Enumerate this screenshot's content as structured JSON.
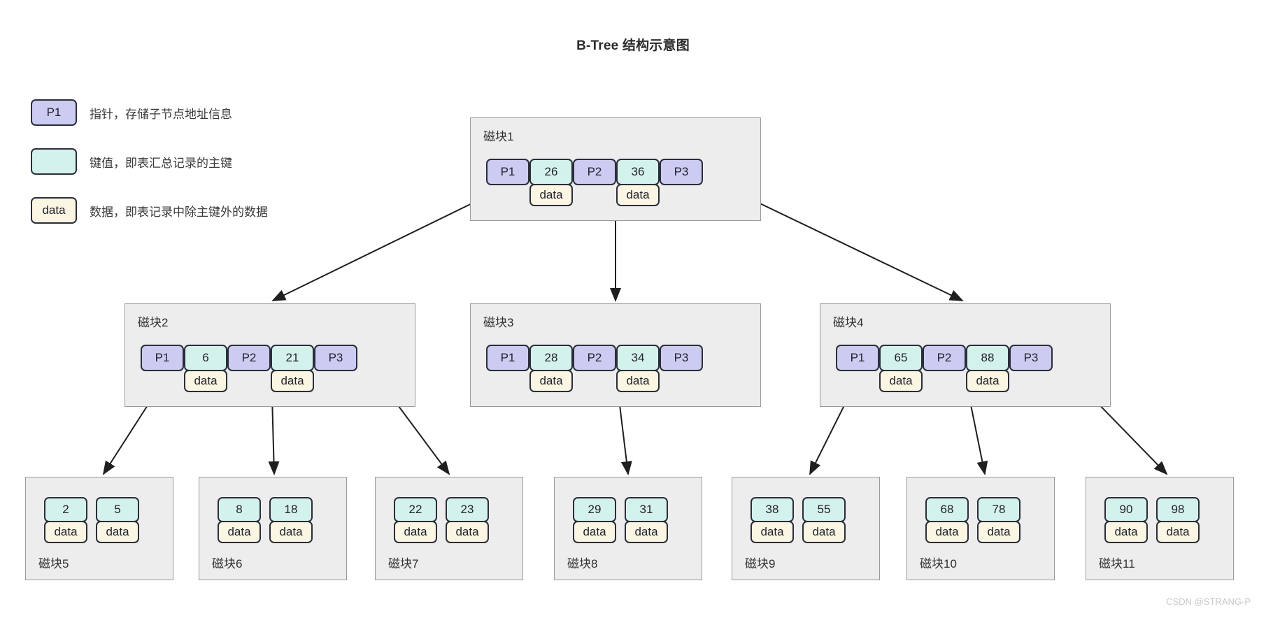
{
  "title": "B-Tree 结构示意图",
  "watermark": "CSDN @STRANG-P",
  "colors": {
    "pointer": "#ccccf2",
    "key": "#d4f2ec",
    "data": "#faf6e3",
    "block_bg": "#ededed",
    "block_border": "#9a9a9a",
    "cell_border": "#2b2d3a",
    "arrow": "#1f1f1f",
    "title_text": "#2b2b2b",
    "watermark_text": "#c8c8c8"
  },
  "legend": [
    {
      "swatch_label": "P1",
      "swatch_type": "pointer",
      "text": "指针，存储子节点地址信息"
    },
    {
      "swatch_label": "",
      "swatch_type": "key",
      "text": "键值，即表汇总记录的主键"
    },
    {
      "swatch_label": "data",
      "swatch_type": "data",
      "text": "数据，即表记录中除主键外的数据"
    }
  ],
  "nodes": {
    "block1": {
      "label": "磁块1",
      "label_position": "top",
      "slots": [
        {
          "type": "pointer",
          "key": "P1"
        },
        {
          "type": "key",
          "key": "26",
          "data": "data"
        },
        {
          "type": "pointer",
          "key": "P2"
        },
        {
          "type": "key",
          "key": "36",
          "data": "data"
        },
        {
          "type": "pointer",
          "key": "P3"
        }
      ]
    },
    "block2": {
      "label": "磁块2",
      "label_position": "top",
      "slots": [
        {
          "type": "pointer",
          "key": "P1"
        },
        {
          "type": "key",
          "key": "6",
          "data": "data"
        },
        {
          "type": "pointer",
          "key": "P2"
        },
        {
          "type": "key",
          "key": "21",
          "data": "data"
        },
        {
          "type": "pointer",
          "key": "P3"
        }
      ]
    },
    "block3": {
      "label": "磁块3",
      "label_position": "top",
      "slots": [
        {
          "type": "pointer",
          "key": "P1"
        },
        {
          "type": "key",
          "key": "28",
          "data": "data"
        },
        {
          "type": "pointer",
          "key": "P2"
        },
        {
          "type": "key",
          "key": "34",
          "data": "data"
        },
        {
          "type": "pointer",
          "key": "P3"
        }
      ]
    },
    "block4": {
      "label": "磁块4",
      "label_position": "top",
      "slots": [
        {
          "type": "pointer",
          "key": "P1"
        },
        {
          "type": "key",
          "key": "65",
          "data": "data"
        },
        {
          "type": "pointer",
          "key": "P2"
        },
        {
          "type": "key",
          "key": "88",
          "data": "data"
        },
        {
          "type": "pointer",
          "key": "P3"
        }
      ]
    },
    "block5": {
      "label": "磁块5",
      "label_position": "bottom",
      "slots": [
        {
          "type": "key",
          "key": "2",
          "data": "data"
        },
        {
          "type": "key",
          "key": "5",
          "data": "data"
        }
      ]
    },
    "block6": {
      "label": "磁块6",
      "label_position": "bottom",
      "slots": [
        {
          "type": "key",
          "key": "8",
          "data": "data"
        },
        {
          "type": "key",
          "key": "18",
          "data": "data"
        }
      ]
    },
    "block7": {
      "label": "磁块7",
      "label_position": "bottom",
      "slots": [
        {
          "type": "key",
          "key": "22",
          "data": "data"
        },
        {
          "type": "key",
          "key": "23",
          "data": "data"
        }
      ]
    },
    "block8": {
      "label": "磁块8",
      "label_position": "bottom",
      "slots": [
        {
          "type": "key",
          "key": "29",
          "data": "data"
        },
        {
          "type": "key",
          "key": "31",
          "data": "data"
        }
      ]
    },
    "block9": {
      "label": "磁块9",
      "label_position": "bottom",
      "slots": [
        {
          "type": "key",
          "key": "38",
          "data": "data"
        },
        {
          "type": "key",
          "key": "55",
          "data": "data"
        }
      ]
    },
    "block10": {
      "label": "磁块10",
      "label_position": "bottom",
      "slots": [
        {
          "type": "key",
          "key": "68",
          "data": "data"
        },
        {
          "type": "key",
          "key": "78",
          "data": "data"
        }
      ]
    },
    "block11": {
      "label": "磁块11",
      "label_position": "bottom",
      "slots": [
        {
          "type": "key",
          "key": "90",
          "data": "data"
        },
        {
          "type": "key",
          "key": "98",
          "data": "data"
        }
      ]
    }
  },
  "edges": [
    {
      "from": "block1.P1",
      "to": "block2"
    },
    {
      "from": "block1.P2",
      "to": "block3"
    },
    {
      "from": "block1.P3",
      "to": "block4"
    },
    {
      "from": "block2.P1",
      "to": "block5"
    },
    {
      "from": "block2.P2",
      "to": "block6"
    },
    {
      "from": "block2.P3",
      "to": "block7"
    },
    {
      "from": "block3.P2",
      "to": "block8"
    },
    {
      "from": "block4.P1",
      "to": "block9"
    },
    {
      "from": "block4.P2",
      "to": "block10"
    },
    {
      "from": "block4.P3",
      "to": "block11"
    }
  ]
}
